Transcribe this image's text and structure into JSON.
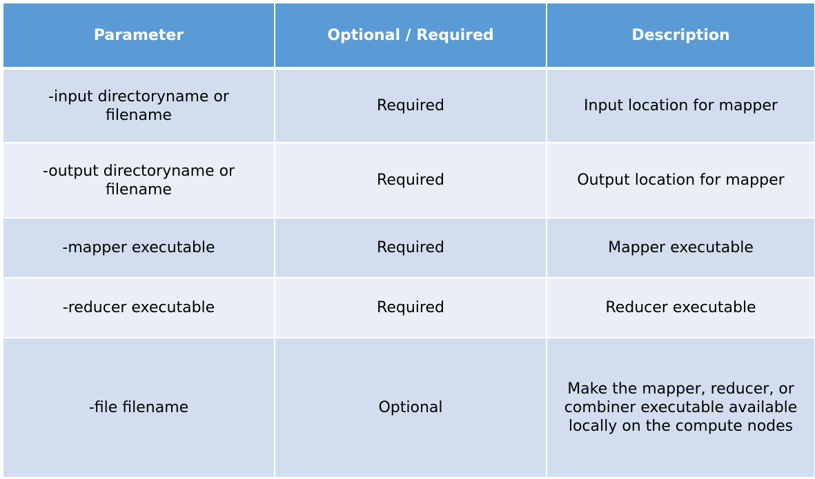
{
  "table": {
    "headers": [
      "Parameter",
      "Optional / Required",
      "Description"
    ],
    "rows": [
      {
        "parameter": "-input directoryname or filename",
        "required": "Required",
        "description": "Input location for mapper"
      },
      {
        "parameter": "-output directoryname or filename",
        "required": "Required",
        "description": "Output location for mapper"
      },
      {
        "parameter": "-mapper executable",
        "required": "Required",
        "description": "Mapper executable"
      },
      {
        "parameter": "-reducer executable",
        "required": "Required",
        "description": "Reducer executable"
      },
      {
        "parameter": "-file filename",
        "required": "Optional",
        "description": "Make the mapper, reducer, or combiner executable available locally on the compute nodes"
      }
    ]
  },
  "colors": {
    "header_bg": "#5b9bd5",
    "row_dark": "#d2deef",
    "row_light": "#eaeff7",
    "border": "#ffffff"
  }
}
